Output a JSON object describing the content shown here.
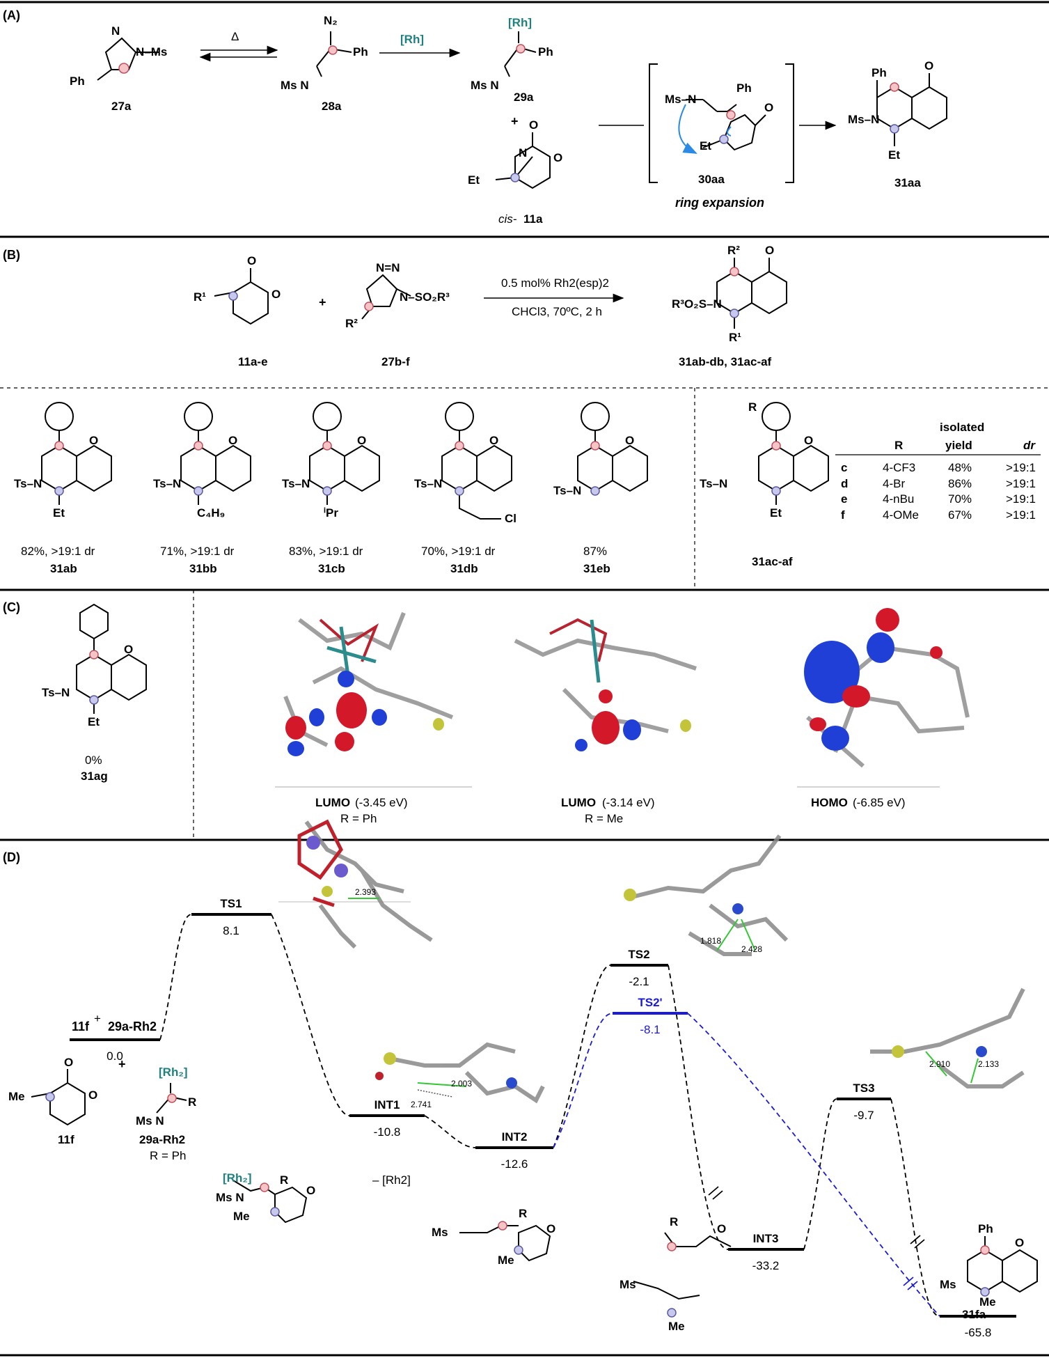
{
  "colors": {
    "teal": "#1f8080",
    "blue": "#1a1adb",
    "red": "#d42a2a",
    "pink": "#e8848f",
    "purple": "#7a7ac8",
    "orb_red": "#d3182a",
    "orb_blue": "#1f3fd6",
    "tick_green": "#31c831"
  },
  "panelA": {
    "label": "(A)",
    "delta": "Δ",
    "rh": "[Rh]",
    "lbl_27a": "27a",
    "lbl_28a": "28a",
    "lbl_29a": "29a",
    "lbl_30aa": "30aa",
    "lbl_31aa": "31aa",
    "lbl_cis": "cis-",
    "lbl_11a": "11a",
    "ring_expansion": "ring expansion",
    "plus": "+"
  },
  "panelB": {
    "label": "(B)",
    "cond1": "0.5 mol% Rh2(esp)2",
    "cond2": "CHCl3, 70ºC, 2 h",
    "lbl_11ae": "11a-e",
    "lbl_27bf": "27b-f",
    "lbl_prod": "31ab-db, 31ac-af",
    "plus": "+",
    "products": [
      {
        "yield": "82%, >19:1 dr",
        "id": "31ab",
        "sub": "Et"
      },
      {
        "yield": "71%, >19:1 dr",
        "id": "31bb",
        "sub": "C4H9"
      },
      {
        "yield": "83%, >19:1 dr",
        "id": "31cb",
        "sub": "iPr"
      },
      {
        "yield": "70%, >19:1 dr",
        "id": "31db",
        "sub": "Cl"
      },
      {
        "yield": "87%",
        "id": "31eb",
        "sub": ""
      }
    ],
    "table": {
      "header_isolated": "isolated",
      "headers": [
        "R",
        "yield",
        "dr"
      ],
      "rows": [
        {
          "key": "c",
          "r": "4-CF3",
          "yield": "48%",
          "dr": ">19:1"
        },
        {
          "key": "d",
          "r": "4-Br",
          "yield": "86%",
          "dr": ">19:1"
        },
        {
          "key": "e",
          "r": "4-nBu",
          "yield": "70%",
          "dr": ">19:1"
        },
        {
          "key": "f",
          "r": "4-OMe",
          "yield": "67%",
          "dr": ">19:1"
        }
      ],
      "struct_label": "31ac-af"
    }
  },
  "panelC": {
    "label": "(C)",
    "yield": "0%",
    "id": "31ag",
    "orbitals": [
      {
        "name": "LUMO",
        "energy": "(-3.45 eV)",
        "r": "R = Ph"
      },
      {
        "name": "LUMO",
        "energy": "(-3.14 eV)",
        "r": "R = Me"
      },
      {
        "name": "HOMO",
        "energy": "(-6.85 eV)",
        "r": ""
      }
    ]
  },
  "panelD": {
    "label": "(D)",
    "start_label_a": "11f",
    "start_label_b": "29a-Rh2",
    "start_plus": "+",
    "left_lbl_11f": "11f",
    "left_lbl_29a": "29a-Rh2",
    "left_lbl_r": "R = Ph",
    "minus_rh": "– [Rh2]",
    "distances": [
      "2.393",
      "2.741",
      "2.003",
      "1.818",
      "2.428",
      "2.910",
      "2.133"
    ],
    "product_label": "31fa",
    "levels": [
      {
        "name": "",
        "value": "0.0"
      },
      {
        "name": "TS1",
        "value": "8.1"
      },
      {
        "name": "INT1",
        "value": "-10.8"
      },
      {
        "name": "INT2",
        "value": "-12.6"
      },
      {
        "name": "TS2",
        "value": "-2.1"
      },
      {
        "name": "TS2'",
        "value": "-8.1"
      },
      {
        "name": "INT3",
        "value": "-33.2"
      },
      {
        "name": "TS3",
        "value": "-9.7"
      },
      {
        "name": "",
        "value": "-65.8"
      }
    ]
  }
}
